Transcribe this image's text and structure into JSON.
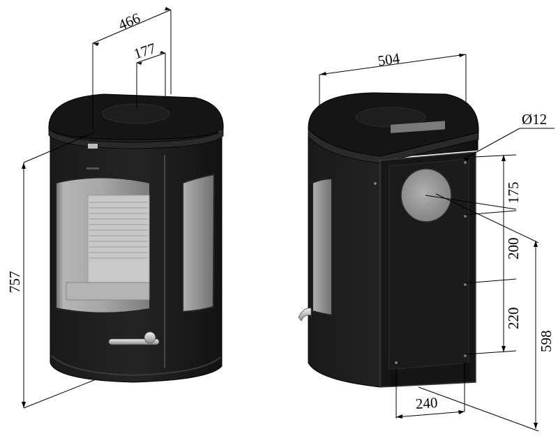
{
  "dimensions": {
    "total_depth": "466",
    "outlet_offset": "177",
    "height": "757",
    "width": "504",
    "hole_diameter": "Ø12",
    "vertical_1": "175",
    "vertical_2": "200",
    "vertical_3": "220",
    "outlet_height": "598",
    "bottom_width": "240"
  },
  "colors": {
    "stove_body": "#1d1d1d",
    "stove_dark": "#0f0f0f",
    "stove_edge": "#3a3a3a",
    "glass": "#8f8f8f",
    "handle": "#cfcfcf",
    "outlet": "#9a9a9a",
    "lines": "#000000"
  }
}
